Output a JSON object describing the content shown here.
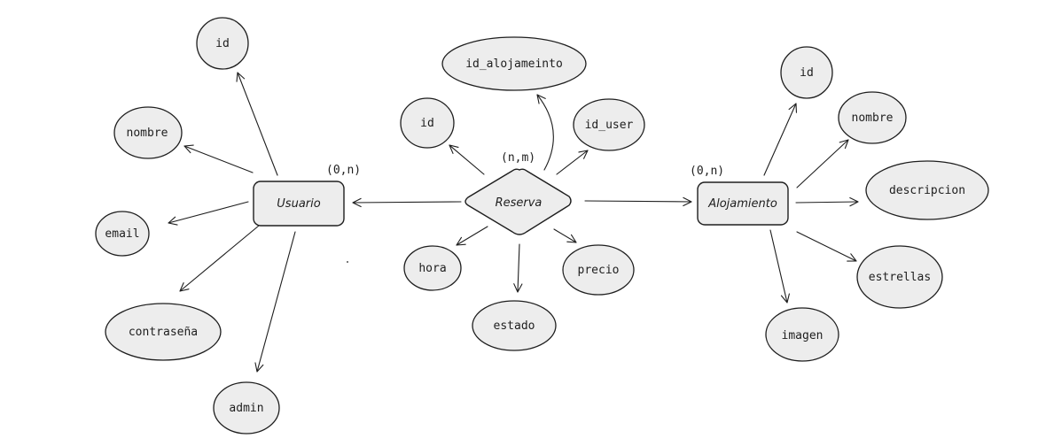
{
  "entities": {
    "usuario": "Usuario",
    "reserva": "Reserva",
    "alojamiento": "Alojamiento"
  },
  "usuario_attrs": {
    "id": "id",
    "nombre": "nombre",
    "email": "email",
    "contrasena": "contraseña",
    "admin": "admin"
  },
  "reserva_attrs": {
    "id_alojamiento": "id_alojameinto",
    "id": "id",
    "id_user": "id_user",
    "hora": "hora",
    "estado": "estado",
    "precio": "precio"
  },
  "alojamiento_attrs": {
    "id": "id",
    "nombre": "nombre",
    "descripcion": "descripcion",
    "estrellas": "estrellas",
    "imagen": "imagen"
  },
  "cardinalities": {
    "usuario": "(0,n)",
    "reserva": "(n,m)",
    "alojamiento": "(0,n)"
  }
}
